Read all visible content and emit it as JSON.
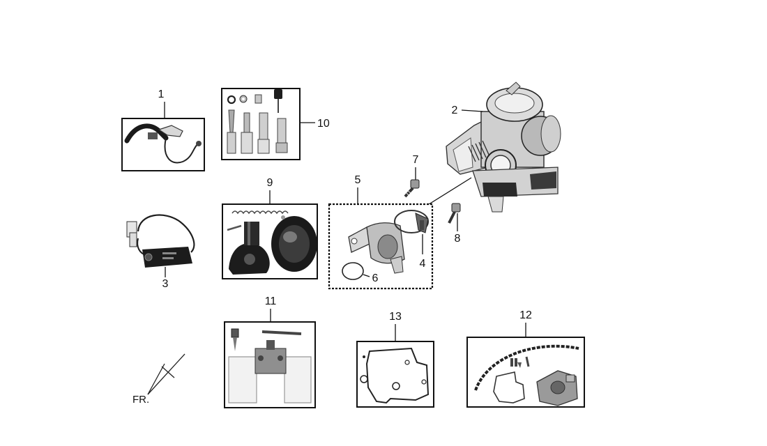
{
  "parts": [
    {
      "number": "1",
      "icon": "choke-wire-icon"
    },
    {
      "number": "2",
      "icon": "carburetor-assembly-icon"
    },
    {
      "number": "3",
      "icon": "electric-choke-unit-icon"
    },
    {
      "number": "4",
      "icon": "hose-clamp-icon"
    },
    {
      "number": "5",
      "icon": "intake-manifold-kit-icon"
    },
    {
      "number": "6",
      "icon": "o-ring-icon"
    },
    {
      "number": "7",
      "icon": "bolt-icon"
    },
    {
      "number": "8",
      "icon": "screw-icon"
    },
    {
      "number": "9",
      "icon": "vacuum-diaphragm-kit-icon"
    },
    {
      "number": "10",
      "icon": "jet-needle-kit-icon"
    },
    {
      "number": "11",
      "icon": "float-needle-kit-icon"
    },
    {
      "number": "12",
      "icon": "repair-kit-icon"
    },
    {
      "number": "13",
      "icon": "gasket-icon"
    }
  ],
  "orientation_label": "FR.",
  "colors": {
    "ink": "#111111",
    "metal_light": "#cfcfcf",
    "metal_dark": "#2a2a2a",
    "float_white": "#f2f2f2"
  }
}
